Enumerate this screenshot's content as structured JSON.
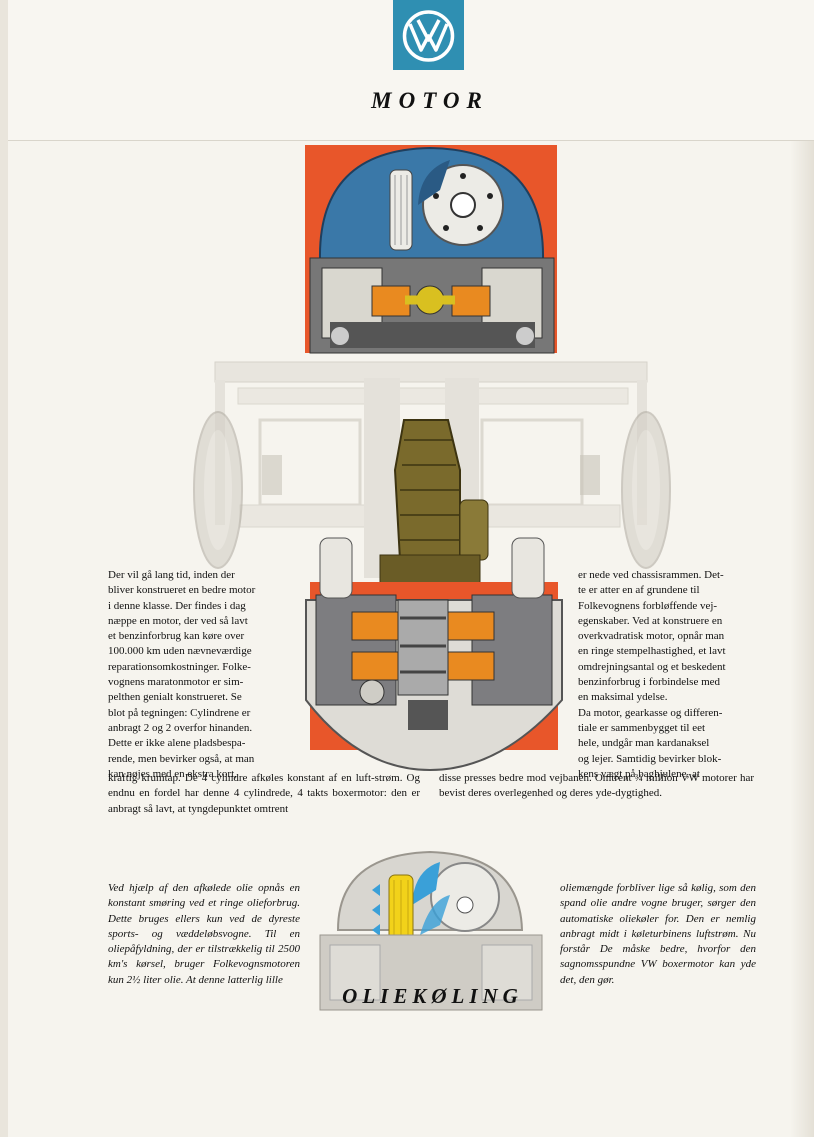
{
  "header": {
    "brand": "VW",
    "title": "MOTOR"
  },
  "colors": {
    "brand_blue": "#2f8fb2",
    "illustration_orange": "#e8562a",
    "engine_blue": "#3a78a8",
    "gearbox_olive": "#7a6a2c",
    "oil_yellow": "#f2d21a"
  },
  "body_text": {
    "col1_lines": [
      "Der vil gå lang tid, inden der",
      "bliver konstrueret en bedre motor",
      "i denne klasse. Der findes i dag",
      "næppe en motor, der ved så lavt",
      "et benzinforbrug kan køre over",
      "100.000 km uden nævneværdige",
      "reparationsomkostninger. Folke-",
      "vognens maratonmotor er sim-",
      "pelthen genialt konstrueret. Se",
      "blot på tegningen: Cylindrene er",
      "anbragt 2 og 2 overfor hinanden.",
      "Dette er ikke alene pladsbespa-",
      "rende, men bevirker også, at man",
      "kan nøjes med en ekstra kort,"
    ],
    "col1_wide": "kraftig krumtap. De 4 cylindre afkøles konstant af en luft-strøm. Og endnu en fordel har denne 4 cylindrede, 4 takts boxermotor: den er anbragt så lavt, at tyngdepunktet omtrent",
    "col3_lines": [
      "er nede ved chassisrammen. Det-",
      "te er atter en af grundene til",
      "Folkevognens forbløffende vej-",
      "egenskaber. Ved at konstruere en",
      "overkvadratisk motor, opnår man",
      "en ringe stempelhastighed, et lavt",
      "omdrejningsantal og et beskedent",
      "benzinforbrug i forbindelse med",
      "en maksimal ydelse.",
      "Da motor, gearkasse og differen-",
      "tiale er sammenbygget til eet",
      "hele, undgår man kardanaksel",
      "og lejer. Samtidig bevirker blok-",
      "kens vægt på baghjulene, at"
    ],
    "col3_wide": "disse presses bedre mod vejbanen. Omtrent ¾ million VW motorer har bevist deres overlegenhed og deres yde-dygtighed."
  },
  "oil_section": {
    "title": "OLIEKØLING",
    "left": "Ved hjælp af den afkølede olie opnås en konstant smøring ved et ringe olieforbrug. Dette bruges ellers kun ved de dyreste sports- og væddeløbsvogne. Til en oliepåfyldning, der er tilstrækkelig til 2500 km's kørsel, bruger Folkevognsmotoren kun 2½ liter olie. At denne latterlig lille",
    "right": "oliemængde forbliver lige så kølig, som den spand olie andre vogne bruger, sørger den automatiske oliekøler for. Den er nemlig anbragt midt i køleturbinens luftstrøm. Nu forstår De måske bedre, hvorfor den sagnomsspundne VW boxermotor kan yde det, den gør."
  }
}
